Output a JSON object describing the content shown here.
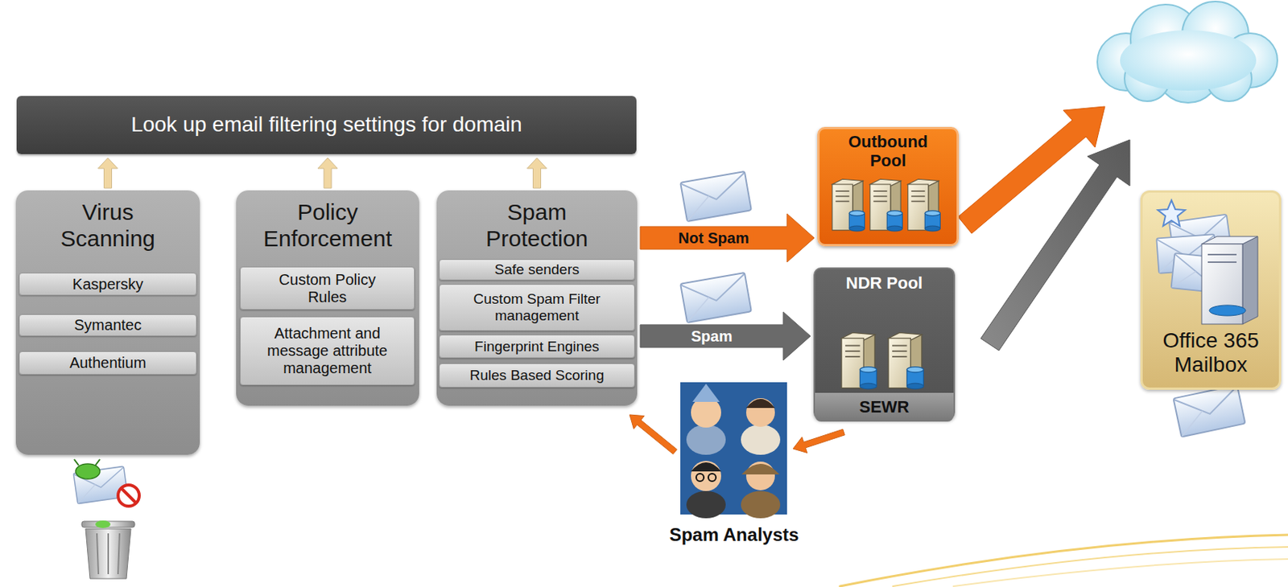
{
  "diagram": {
    "nodes": [
      {
        "text": [
          "Look up email filtering settings for domain"
        ]
      },
      {
        "text": [
          "Virus Scanning"
        ]
      },
      {
        "text": [
          "Kaspersky"
        ],
        "in": 1
      },
      {
        "text": [
          "Symantec"
        ],
        "in": 1
      },
      {
        "text": [
          "Authentium"
        ],
        "in": 1
      },
      {
        "text": [
          "Policy Enforcement"
        ]
      },
      {
        "text": [
          "Custom Policy Rules"
        ],
        "in": 5
      },
      {
        "text": [
          "Attachment and message attribute management"
        ],
        "in": 5
      },
      {
        "text": [
          "Spam Protection"
        ]
      },
      {
        "text": [
          "Safe senders"
        ],
        "in": 8
      },
      {
        "text": [
          "Custom Spam Filter management"
        ],
        "in": 8
      },
      {
        "text": [
          "Fingerprint Engines"
        ],
        "in": 8
      },
      {
        "text": [
          "Rules Based Scoring"
        ],
        "in": 8
      },
      {
        "text": [
          "Outbound Pool"
        ]
      },
      {
        "text": [
          "NDR Pool"
        ]
      },
      {
        "text": [
          "SEWR"
        ],
        "in": 14
      },
      {
        "text": [
          "Office 365 Mailbox"
        ]
      },
      {
        "text": [
          "Spam Analysts"
        ]
      }
    ],
    "edges": [
      {
        "from": 1,
        "to": 0,
        "arrow": "to"
      },
      {
        "from": 5,
        "to": 0,
        "arrow": "to"
      },
      {
        "from": 8,
        "to": 0,
        "arrow": "to"
      },
      {
        "from": 8,
        "to": 13,
        "label": "Not Spam",
        "arrow": "to"
      },
      {
        "from": 8,
        "to": 14,
        "label": "Spam",
        "arrow": "to"
      },
      {
        "from": 15,
        "to": 17,
        "arrow": "to"
      },
      {
        "from": 17,
        "to": 8,
        "arrow": "to"
      }
    ]
  }
}
